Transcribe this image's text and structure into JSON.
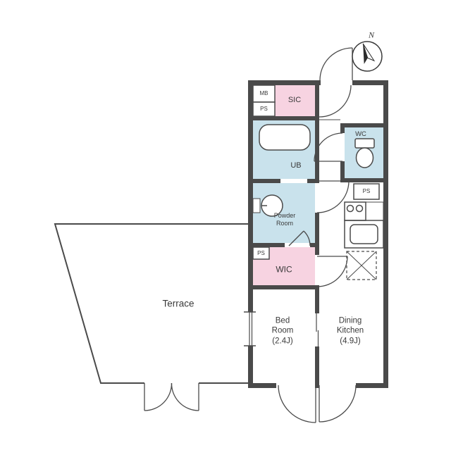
{
  "compass": {
    "north_label": "N"
  },
  "rooms": {
    "terrace": {
      "label": "Terrace"
    },
    "bedroom": {
      "label": "Bed\nRoom\n(2.4J)"
    },
    "dining_kitchen": {
      "label": "Dining\nKitchen\n(4.9J)"
    },
    "wic": {
      "label": "WIC"
    },
    "sic": {
      "label": "SIC"
    },
    "bathroom": {
      "label": "UB"
    },
    "powder_room": {
      "label": "Powder\nRoom"
    },
    "wc": {
      "label": "WC"
    },
    "meter_box": {
      "label": "MB"
    },
    "pipe_space_top": {
      "label": "PS"
    },
    "pipe_space_mid": {
      "label": "PS"
    },
    "pipe_space_wc": {
      "label": "PS"
    }
  },
  "colors": {
    "wall": "#4a4a4a",
    "wet_area_fill": "#c9e2ec",
    "closet_fill": "#f7d3e1",
    "line": "#4a4a4a",
    "background": "#ffffff"
  }
}
